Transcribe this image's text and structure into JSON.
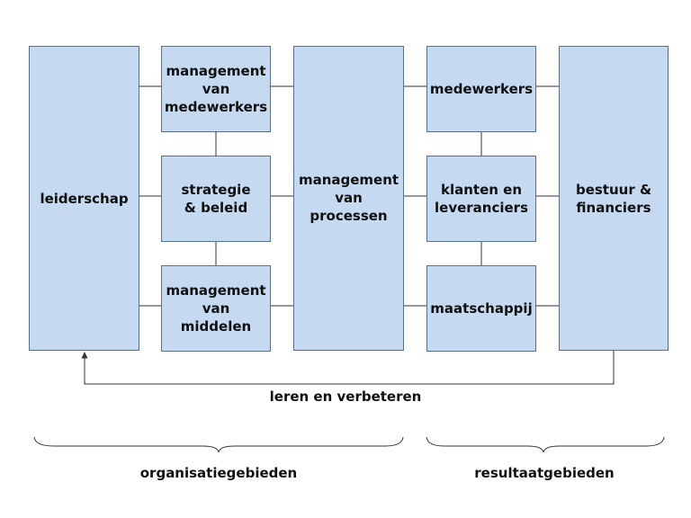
{
  "boxes": {
    "leiderschap": "leiderschap",
    "management_medewerkers": "management\nvan\nmedewerkers",
    "strategie_beleid": "strategie\n& beleid",
    "management_middelen": "management\nvan\nmiddelen",
    "management_processen": "management\nvan\nprocessen",
    "medewerkers": "medewerkers",
    "klanten_leveranciers": "klanten en\nleveranciers",
    "maatschappij": "maatschappij",
    "bestuur_financiers": "bestuur &\nfinanciers"
  },
  "feedback_label": "leren en verbeteren",
  "groups": {
    "left": "organisatiegebieden",
    "right": "resultaatgebieden"
  },
  "colors": {
    "box_fill": "#c5d9f1",
    "box_border": "#5a6f8c",
    "line": "#333333"
  }
}
